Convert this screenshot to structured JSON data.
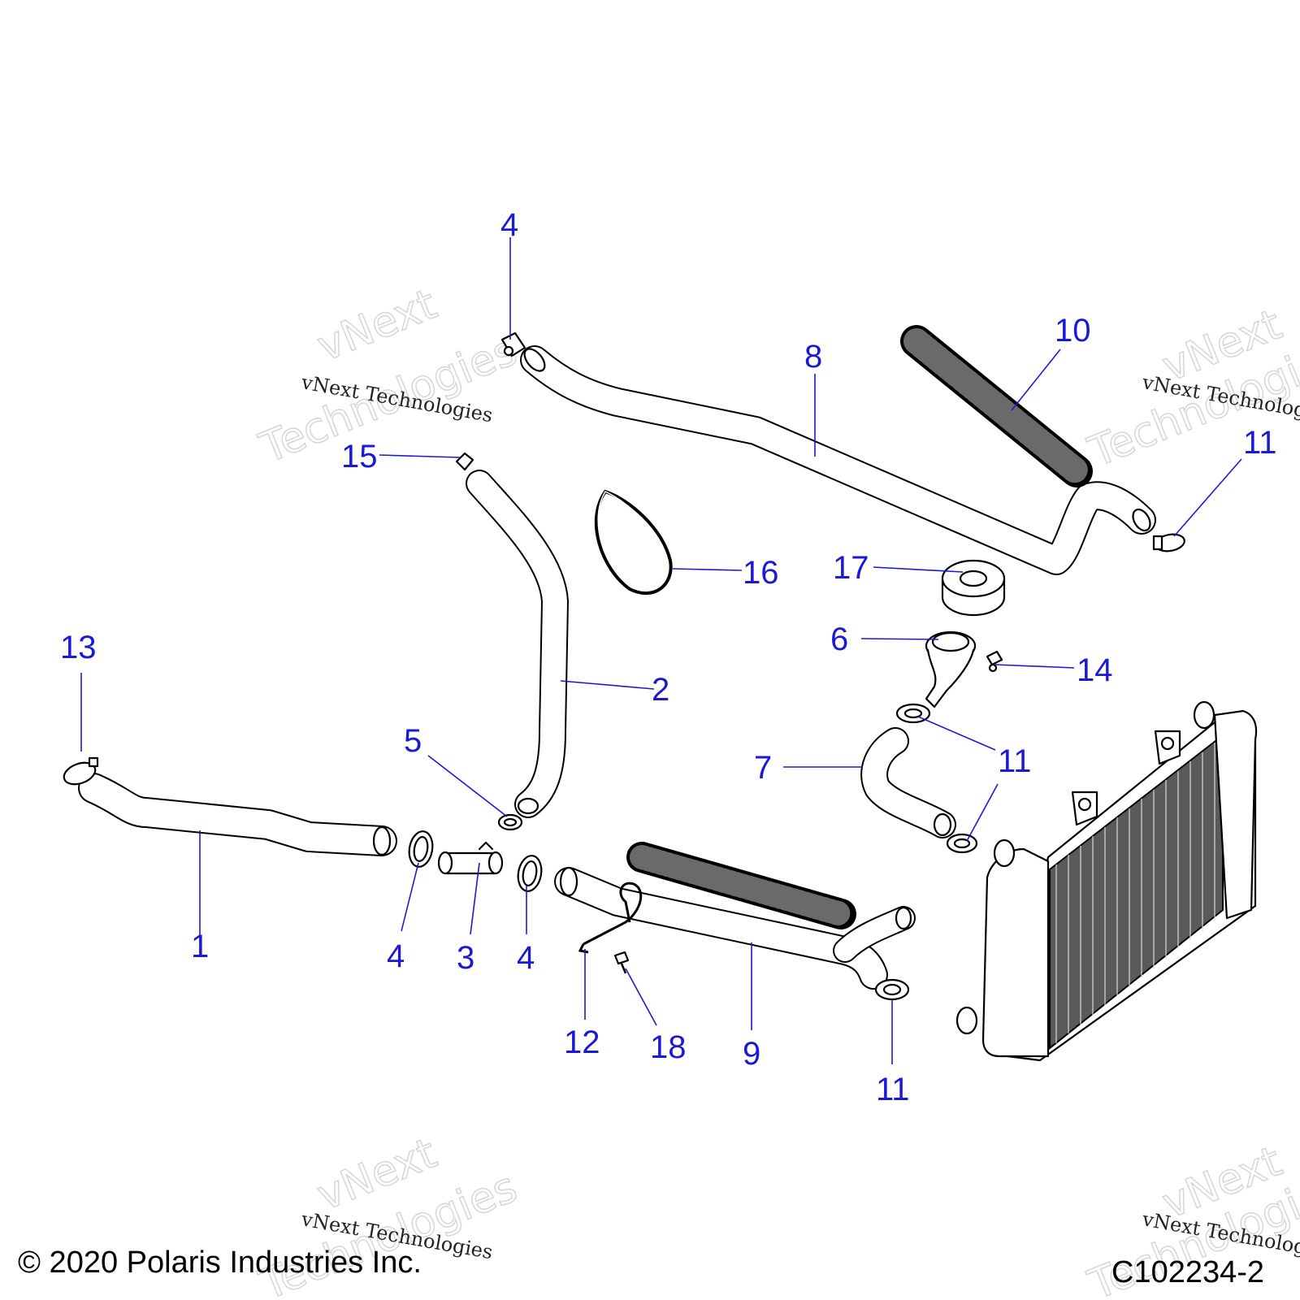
{
  "watermark": {
    "line1": "vNext",
    "line2": "Technologies",
    "caption": "vNext Technologies"
  },
  "copyright": "© 2020 Polaris Industries Inc.",
  "figure_code": "C102234-2",
  "callouts": {
    "c1": "1",
    "c2": "2",
    "c3": "3",
    "c4a": "4",
    "c4b": "4",
    "c4c": "4",
    "c5": "5",
    "c6": "6",
    "c7": "7",
    "c8": "8",
    "c9": "9",
    "c10": "10",
    "c11a": "11",
    "c11b": "11",
    "c11c": "11",
    "c12": "12",
    "c13": "13",
    "c14": "14",
    "c15": "15",
    "c16": "16",
    "c17": "17",
    "c18": "18"
  }
}
